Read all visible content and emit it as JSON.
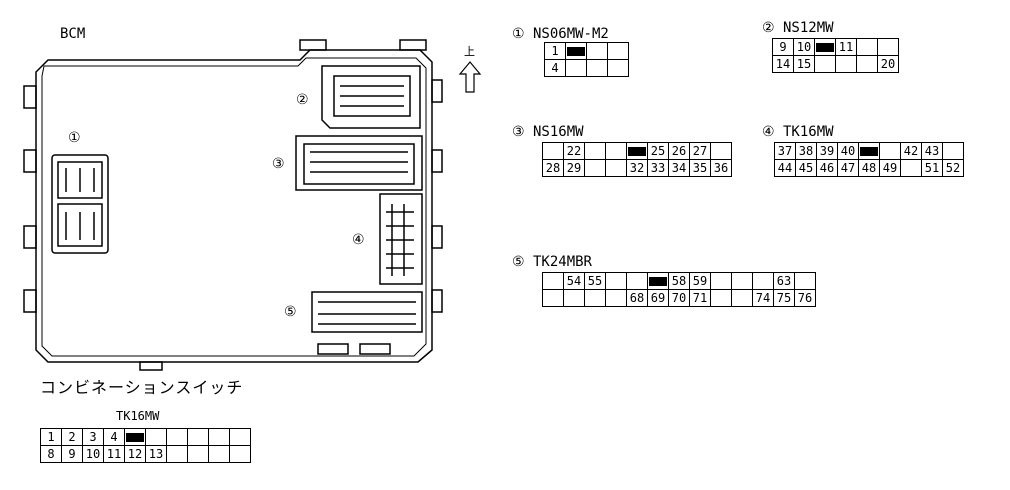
{
  "bcm": {
    "title": "BCM",
    "markers": [
      "①",
      "②",
      "③",
      "④",
      "⑤"
    ]
  },
  "orientation": {
    "label": "上"
  },
  "connectors": [
    {
      "title": "① NS06MW-M2",
      "rows": [
        [
          "1",
          "#",
          "",
          ""
        ],
        [
          "4",
          "",
          "",
          ""
        ]
      ]
    },
    {
      "title": "② NS12MW",
      "rows": [
        [
          "9",
          "10",
          "#",
          "11",
          "",
          ""
        ],
        [
          "14",
          "15",
          "",
          "",
          "",
          "20"
        ]
      ]
    },
    {
      "title": "③ NS16MW",
      "rows": [
        [
          "",
          "22",
          "",
          "",
          "#",
          "25",
          "26",
          "27"
        ],
        [
          "28",
          "29",
          "",
          "",
          "32",
          "33",
          "34",
          "35",
          "36"
        ]
      ]
    },
    {
      "title": "④ TK16MW",
      "rows": [
        [
          "37",
          "38",
          "39",
          "40",
          "#",
          "",
          "42",
          "43"
        ],
        [
          "44",
          "45",
          "46",
          "47",
          "48",
          "49",
          "",
          "51",
          "52"
        ]
      ]
    },
    {
      "title": "⑤ TK24MBR",
      "rows": [
        [
          "",
          "54",
          "55",
          "",
          "",
          "#",
          "58",
          "59",
          "",
          "",
          "",
          "63"
        ],
        [
          "",
          "",
          "",
          "",
          "68",
          "69",
          "70",
          "71",
          "",
          "",
          "74",
          "75",
          "76"
        ]
      ]
    }
  ],
  "combination_switch": {
    "title": "コンビネーションスイッチ",
    "connector": "TK16MW",
    "rows": [
      [
        "1",
        "2",
        "3",
        "4",
        "#",
        "",
        "",
        "",
        ""
      ],
      [
        "8",
        "9",
        "10",
        "11",
        "12",
        "13",
        "",
        "",
        "",
        ""
      ]
    ]
  }
}
